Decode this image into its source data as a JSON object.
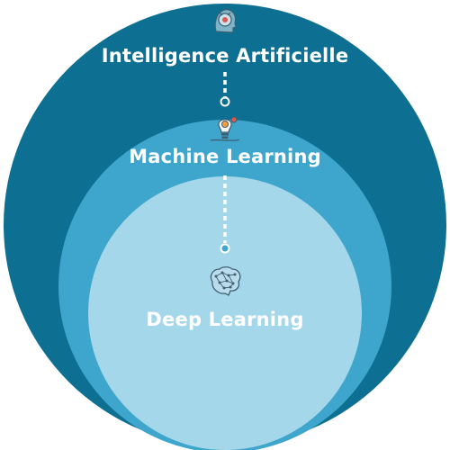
{
  "diagram": {
    "levels": [
      {
        "id": "ai",
        "label": "Intelligence Artificielle",
        "icon": "robot-head-icon"
      },
      {
        "id": "ml",
        "label": "Machine Learning",
        "icon": "lightbulb-gears-icon"
      },
      {
        "id": "dl",
        "label": "Deep Learning",
        "icon": "neural-brain-icon"
      }
    ],
    "colors": {
      "outer": "#0d6f91",
      "middle": "#3ea5cc",
      "inner": "#a4d7e9",
      "text": "#ffffff",
      "connector": "#ffffff"
    }
  }
}
